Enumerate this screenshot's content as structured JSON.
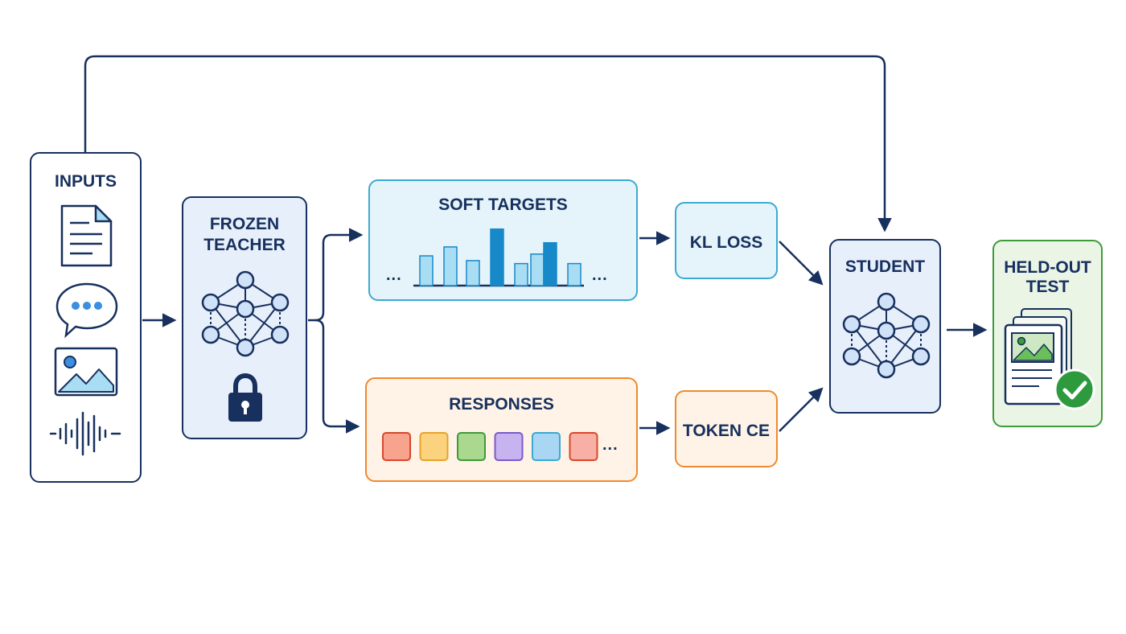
{
  "inputs": {
    "label": "INPUTS",
    "icons": [
      "document-icon",
      "chat-bubble-icon",
      "image-icon",
      "audio-waveform-icon"
    ]
  },
  "teacher": {
    "label_line1": "FROZEN",
    "label_line2": "TEACHER",
    "icons": [
      "neural-network-icon",
      "lock-icon"
    ]
  },
  "soft_targets": {
    "label": "SOFT TARGETS",
    "ellipsis_left": "...",
    "ellipsis_right": "...",
    "bar_heights": [
      0.5,
      0.65,
      0.42,
      0.95,
      0.37,
      0.53,
      0.72,
      0.37
    ],
    "highlight_index": 3
  },
  "responses": {
    "label": "RESPONSES",
    "ellipsis": "...",
    "token_colors": [
      "#f8a38d",
      "#fbd27e",
      "#a9d88e",
      "#c6b3ef",
      "#a9d6f3",
      "#f8b0a6"
    ],
    "token_borders": [
      "#d9472b",
      "#e7a32a",
      "#3f9a3a",
      "#7d5ac8",
      "#3aaad3",
      "#d9472b"
    ]
  },
  "kl_loss": {
    "label": "KL LOSS"
  },
  "token_ce": {
    "label": "TOKEN CE"
  },
  "student": {
    "label": "STUDENT",
    "icons": [
      "neural-network-icon"
    ]
  },
  "test": {
    "label_line1": "HELD-OUT",
    "label_line2": "TEST",
    "icons": [
      "test-documents-icon",
      "check-badge-icon"
    ]
  },
  "colors": {
    "navy": "#17305e",
    "blue_accent": "#3aaad3",
    "orange_accent": "#f08a2c",
    "green_accent": "#3f9a3a",
    "bar_light": "#a9ddf3",
    "bar_strong": "#1789c9"
  }
}
